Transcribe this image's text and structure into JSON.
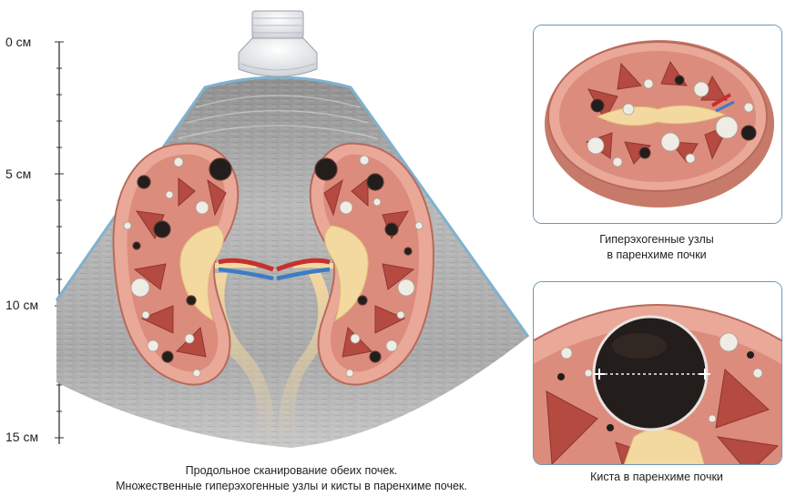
{
  "scale": {
    "labels": [
      "0 см",
      "5 см",
      "10 см",
      "15 см"
    ]
  },
  "main": {
    "caption_line1": "Продольное сканирование обеих почек.",
    "caption_line2": "Множественные гиперэхогенные узлы и кисты в паренхиме почек."
  },
  "inset_top": {
    "caption_line1": "Гиперэхогенные узлы",
    "caption_line2": "в паренхиме почки"
  },
  "inset_bottom": {
    "caption": "Киста в паренхиме почки"
  },
  "colors": {
    "frame": "#6e97b4",
    "parenchyma": "#dc8c7c",
    "cortex": "#e9a898",
    "pyramid": "#b54a40",
    "sinus_fat": "#f3d9a0",
    "ureter": "#f0cf8c",
    "artery": "#c8302c",
    "vein": "#3d7cc3",
    "cyst": "#231d1b",
    "nodule": "#efece6",
    "ultrasound_dark": "#7d7d7d",
    "ultrasound_light": "#c9c9c9"
  },
  "icons": [
    "ultrasound-probe-icon",
    "caliper-cross-icon"
  ]
}
